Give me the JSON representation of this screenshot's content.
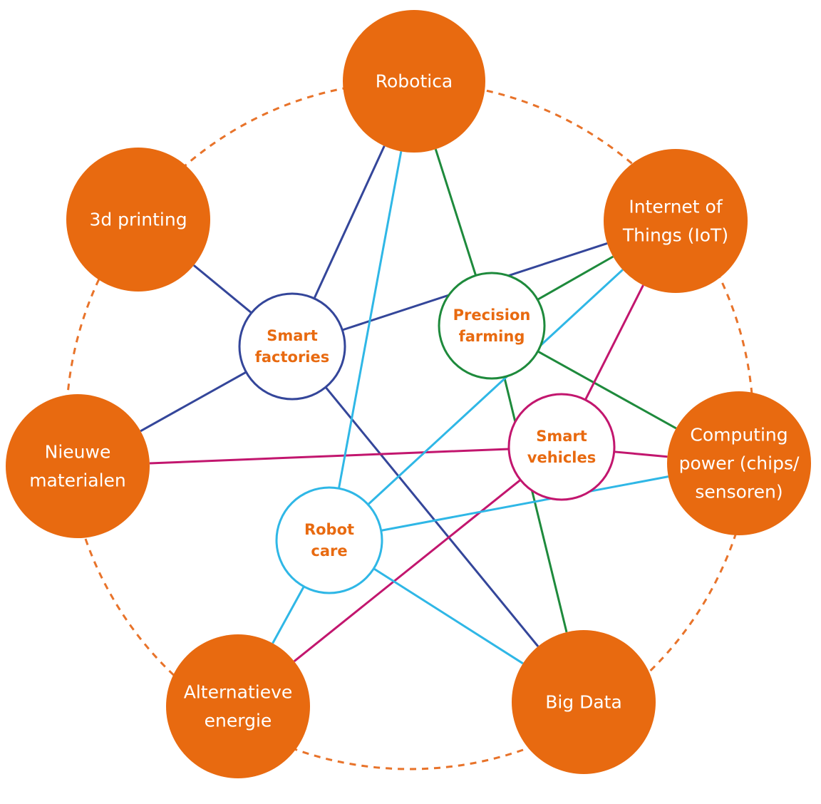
{
  "colors": {
    "node_fill": "#e86a10",
    "ring": "#e8732a",
    "smart_factories": "#34469a",
    "precision_farming": "#1e8a3c",
    "smart_vehicles": "#c2166e",
    "robot_care": "#2fb7e6"
  },
  "technologies": [
    {
      "id": "robotica",
      "lines": [
        "Robotica"
      ]
    },
    {
      "id": "iot",
      "lines": [
        "Internet of",
        "Things (IoT)"
      ]
    },
    {
      "id": "computing",
      "lines": [
        "Computing",
        "power (chips/",
        "sensoren)"
      ]
    },
    {
      "id": "bigdata",
      "lines": [
        "Big Data"
      ]
    },
    {
      "id": "energie",
      "lines": [
        "Alternatieve",
        "energie"
      ]
    },
    {
      "id": "materialen",
      "lines": [
        "Nieuwe",
        "materialen"
      ]
    },
    {
      "id": "printing",
      "lines": [
        "3d printing"
      ]
    }
  ],
  "applications": [
    {
      "id": "smart_factories",
      "lines": [
        "Smart",
        "factories"
      ],
      "color_key": "smart_factories",
      "links": [
        "robotica",
        "iot",
        "printing",
        "materialen",
        "bigdata"
      ]
    },
    {
      "id": "precision_farming",
      "lines": [
        "Precision",
        "farming"
      ],
      "color_key": "precision_farming",
      "links": [
        "robotica",
        "iot",
        "computing",
        "bigdata"
      ]
    },
    {
      "id": "smart_vehicles",
      "lines": [
        "Smart",
        "vehicles"
      ],
      "color_key": "smart_vehicles",
      "links": [
        "iot",
        "computing",
        "materialen",
        "energie"
      ]
    },
    {
      "id": "robot_care",
      "lines": [
        "Robot",
        "care"
      ],
      "color_key": "robot_care",
      "links": [
        "robotica",
        "iot",
        "computing",
        "bigdata",
        "energie"
      ]
    }
  ]
}
